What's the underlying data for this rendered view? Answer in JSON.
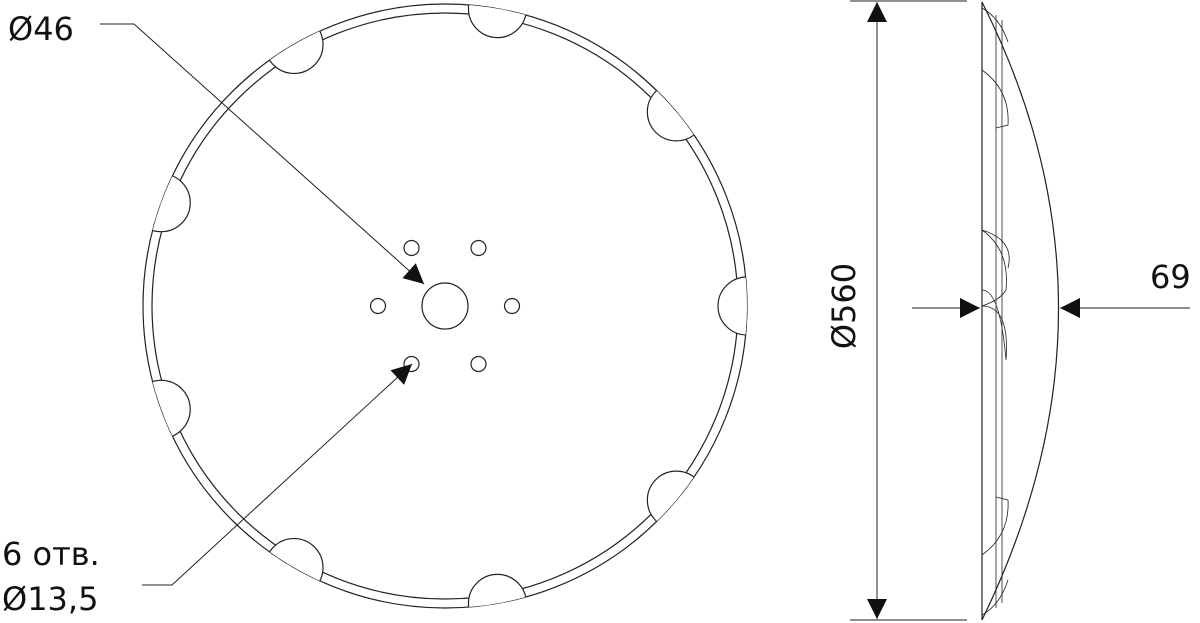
{
  "front_view": {
    "hub_label": "Ø46",
    "holes_label_line1": "6 отв.",
    "holes_label_line2": "Ø13,5",
    "notch_count": 9,
    "bolt_hole_count": 6
  },
  "side_view": {
    "diameter_label": "Ø560",
    "depth_label": "69"
  },
  "colors": {
    "line": "#222222",
    "background": "#ffffff"
  }
}
